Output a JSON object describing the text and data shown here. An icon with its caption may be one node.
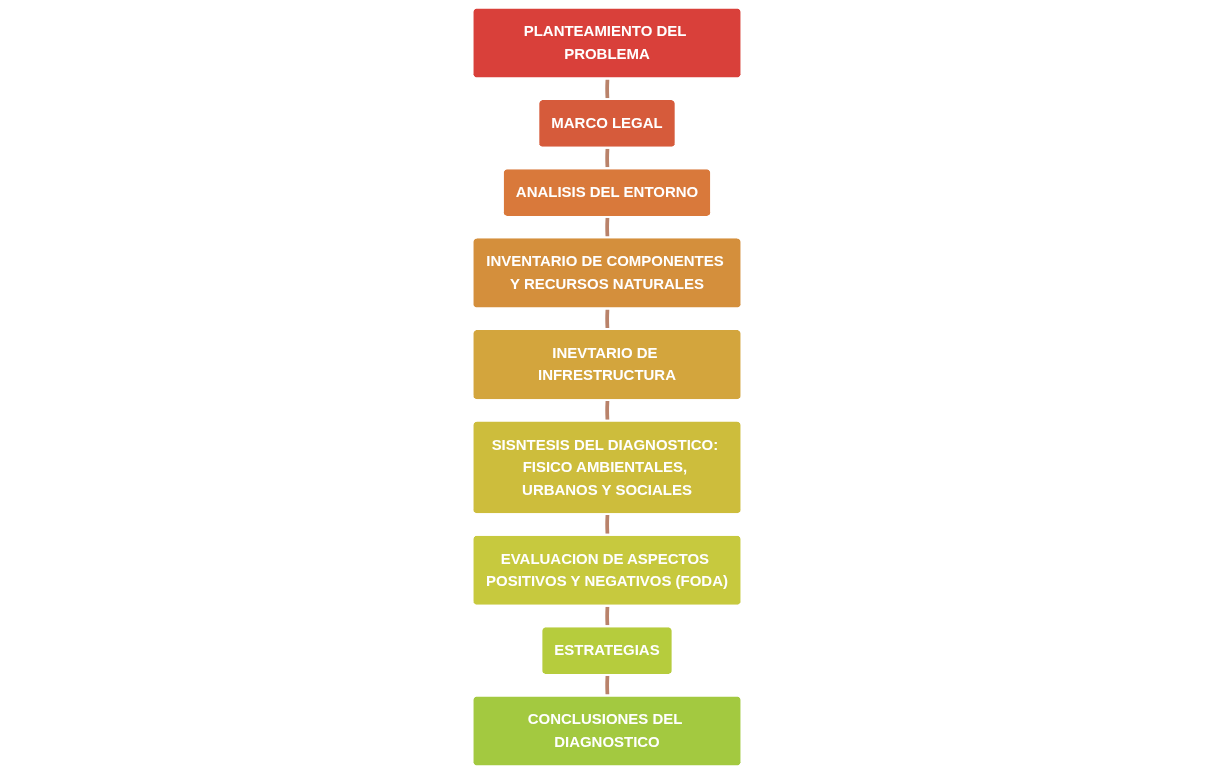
{
  "diagram": {
    "nodes": [
      {
        "text": [
          "PLANTEAMIENTO DEL PROBLEMA"
        ]
      },
      {
        "text": [
          "SISNTESIS DEL DIAGNOSTICO: FISICO AMBIENTALES, URBANOS Y SOCIALES"
        ]
      },
      {
        "text": [
          "EVALUACION DE ASPECTOS POSITIVOS Y NEGATIVOS (FODA)"
        ]
      },
      {
        "text": [
          "MARCO LEGAL"
        ]
      },
      {
        "text": [
          "INEVTARIO DE INFRESTRUCTURA"
        ]
      },
      {
        "text": [
          "ESTRATEGIAS"
        ]
      },
      {
        "text": [
          "ANALISIS DEL ENTORNO"
        ]
      },
      {
        "text": [
          "INVENTARIO DE COMPONENTES Y RECURSOS NATURALES"
        ]
      },
      {
        "text": [
          "CONCLUSIONES DEL DIAGNOSTICO"
        ]
      }
    ],
    "edges": [
      {
        "from": 0,
        "to": 3,
        "arrow": "none"
      },
      {
        "from": 3,
        "to": 6,
        "arrow": "none"
      },
      {
        "from": 6,
        "to": 7,
        "arrow": "none"
      },
      {
        "from": 7,
        "to": 4,
        "arrow": "none"
      },
      {
        "from": 4,
        "to": 1,
        "arrow": "none"
      },
      {
        "from": 1,
        "to": 2,
        "arrow": "none"
      },
      {
        "from": 2,
        "to": 5,
        "arrow": "none"
      },
      {
        "from": 5,
        "to": 8,
        "arrow": "none"
      }
    ]
  }
}
